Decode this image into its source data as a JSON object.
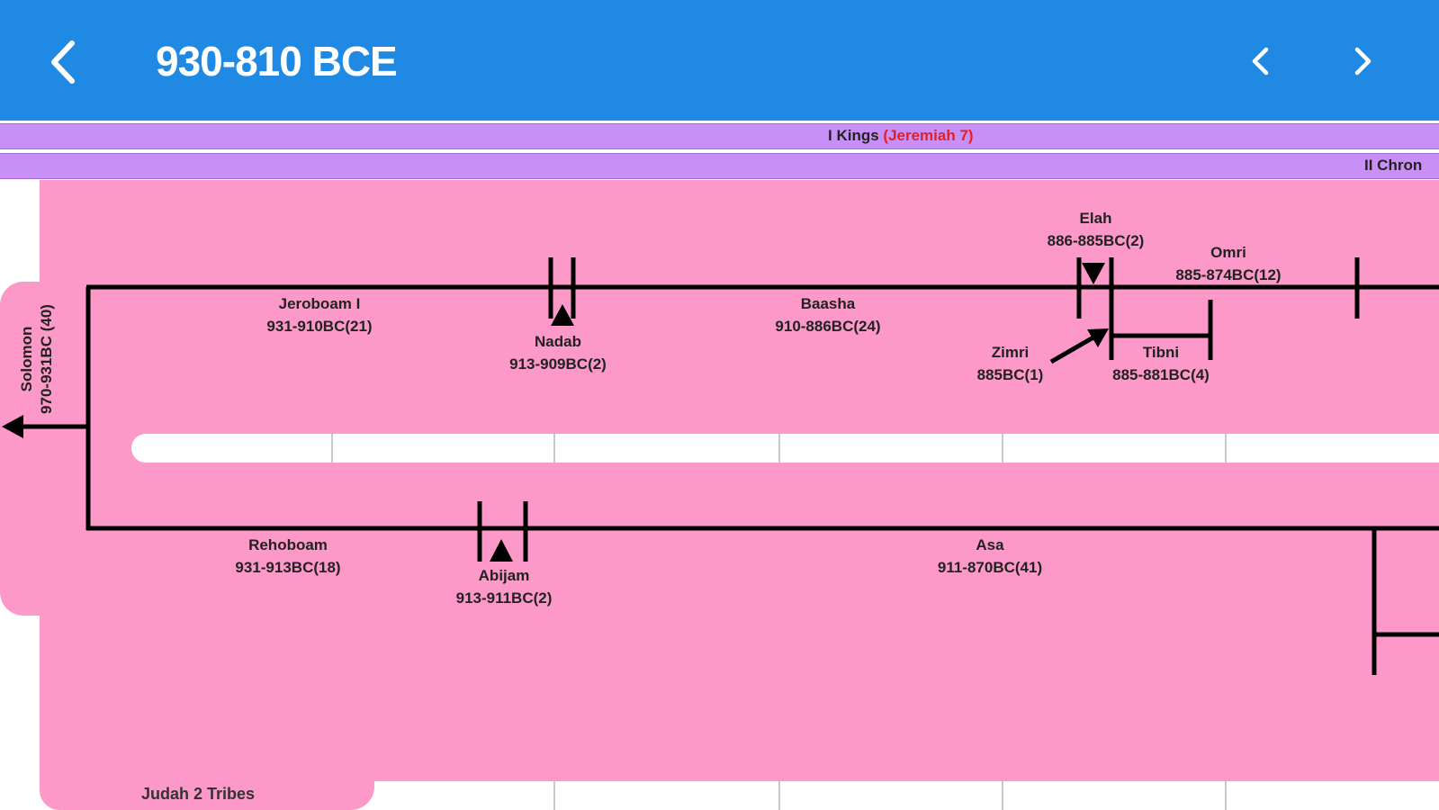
{
  "header": {
    "title": "930-810 BCE",
    "bg_color": "#2089e3"
  },
  "books": [
    {
      "name": "I Kings",
      "ref": "(Jeremiah 7)",
      "ref_color": "#e0202a"
    },
    {
      "name": "II Chron"
    }
  ],
  "northern_kings": [
    {
      "name": "Jeroboam I",
      "reign": "931-910BC(21)"
    },
    {
      "name": "Nadab",
      "reign": "913-909BC(2)"
    },
    {
      "name": "Baasha",
      "reign": "910-886BC(24)"
    },
    {
      "name": "Elah",
      "reign": "886-885BC(2)"
    },
    {
      "name": "Zimri",
      "reign": "885BC(1)"
    },
    {
      "name": "Omri",
      "reign": "885-874BC(12)"
    },
    {
      "name": "Tibni",
      "reign": "885-881BC(4)"
    }
  ],
  "southern_kings": [
    {
      "name": "Rehoboam",
      "reign": "931-913BC(18)"
    },
    {
      "name": "Abijam",
      "reign": "913-911BC(2)"
    },
    {
      "name": "Asa",
      "reign": "911-870BC(41)"
    }
  ],
  "predecessor": {
    "name": "Solomon",
    "reign": "970-931BC (40)"
  },
  "tribe_label": "Judah 2 Tribes",
  "colors": {
    "kingdom_bg": "#fc99c9",
    "book_bar": "#c890f7",
    "timeline": "#ffffff"
  }
}
